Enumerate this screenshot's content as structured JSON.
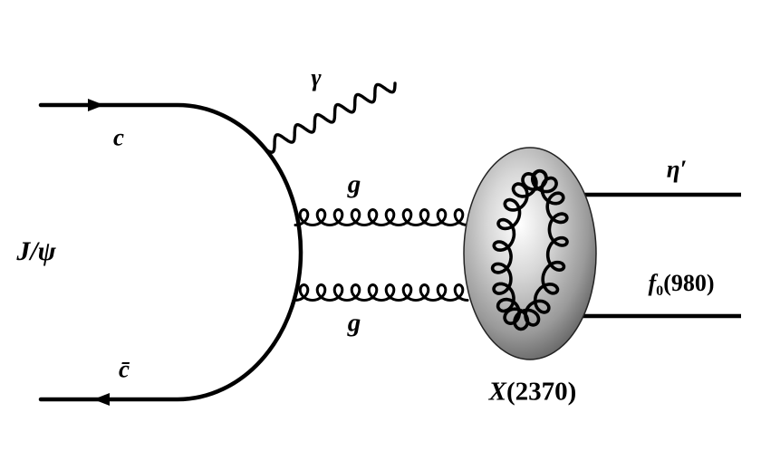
{
  "diagram": {
    "description": "Feynman-style diagram of J/psi radiative decay through two gluons into X(2370), decaying to eta-prime and f0(980)"
  },
  "labels": {
    "jpsi": "J/ψ",
    "c_quark": "c",
    "cbar_quark": "c̄",
    "photon": "γ",
    "gluon_top": "g",
    "gluon_bottom": "g",
    "x_symbol": "X",
    "x_rest": "(2370)",
    "eta_prime": "η′",
    "f_symbol": "f",
    "f_sub": "0",
    "f_rest": "(980)"
  },
  "colors": {
    "lines": "#000000",
    "red_loop": "#e00000",
    "blue_loop": "#1414cc",
    "background": "#ffffff"
  }
}
